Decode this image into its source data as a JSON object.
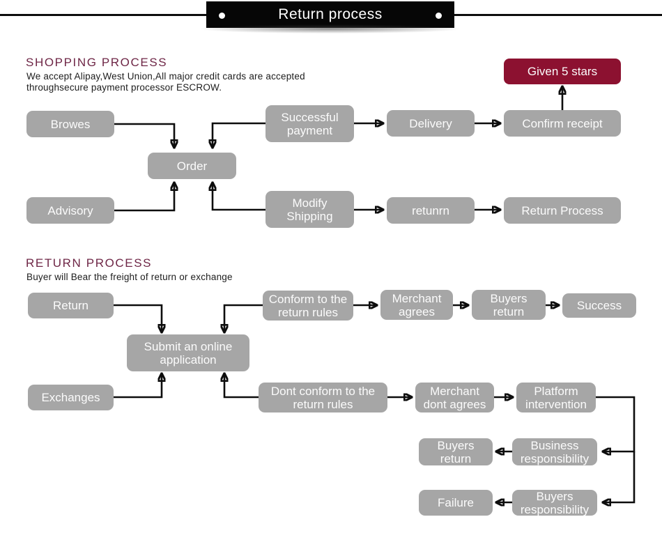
{
  "title": {
    "label": "Return process"
  },
  "colors": {
    "node_gray": "#a6a6a6",
    "node_text": "#fbfbfb",
    "accent_maroon": "#8c1130",
    "heading_maroon": "#6e2646",
    "line_black": "#0d0d0d"
  },
  "shopping": {
    "heading": "SHOPPING PROCESS",
    "subtitle_line1": "We accept Alipay,West Union,All major credit cards are accepted",
    "subtitle_line2": "throughsecure payment processor ESCROW.",
    "nodes": {
      "browes": "Browes",
      "successful_payment": "Successful payment",
      "delivery": "Delivery",
      "confirm_receipt": "Confirm receipt",
      "given_5_stars": "Given 5 stars",
      "order": "Order",
      "advisory": "Advisory",
      "modify_shipping": "Modify Shipping",
      "retunrn": "retunrn",
      "return_process": "Return Process"
    }
  },
  "returns": {
    "heading": "RETURN PROCESS",
    "subtitle": "Buyer will Bear the freight of return or exchange",
    "nodes": {
      "return": "Return",
      "conform_rules": "Conform to the return rules",
      "merchant_agrees": "Merchant agrees",
      "buyers_return_top": "Buyers return",
      "success": "Success",
      "submit_application": "Submit an online application",
      "exchanges": "Exchanges",
      "dont_conform_rules": "Dont conform to the return rules",
      "merchant_dont_agrees": "Merchant dont agrees",
      "platform_intervention": "Platform intervention",
      "buyers_return_bottom": "Buyers return",
      "business_responsibility": "Business responsibility",
      "failure": "Failure",
      "buyers_responsibility": "Buyers responsibility"
    }
  }
}
